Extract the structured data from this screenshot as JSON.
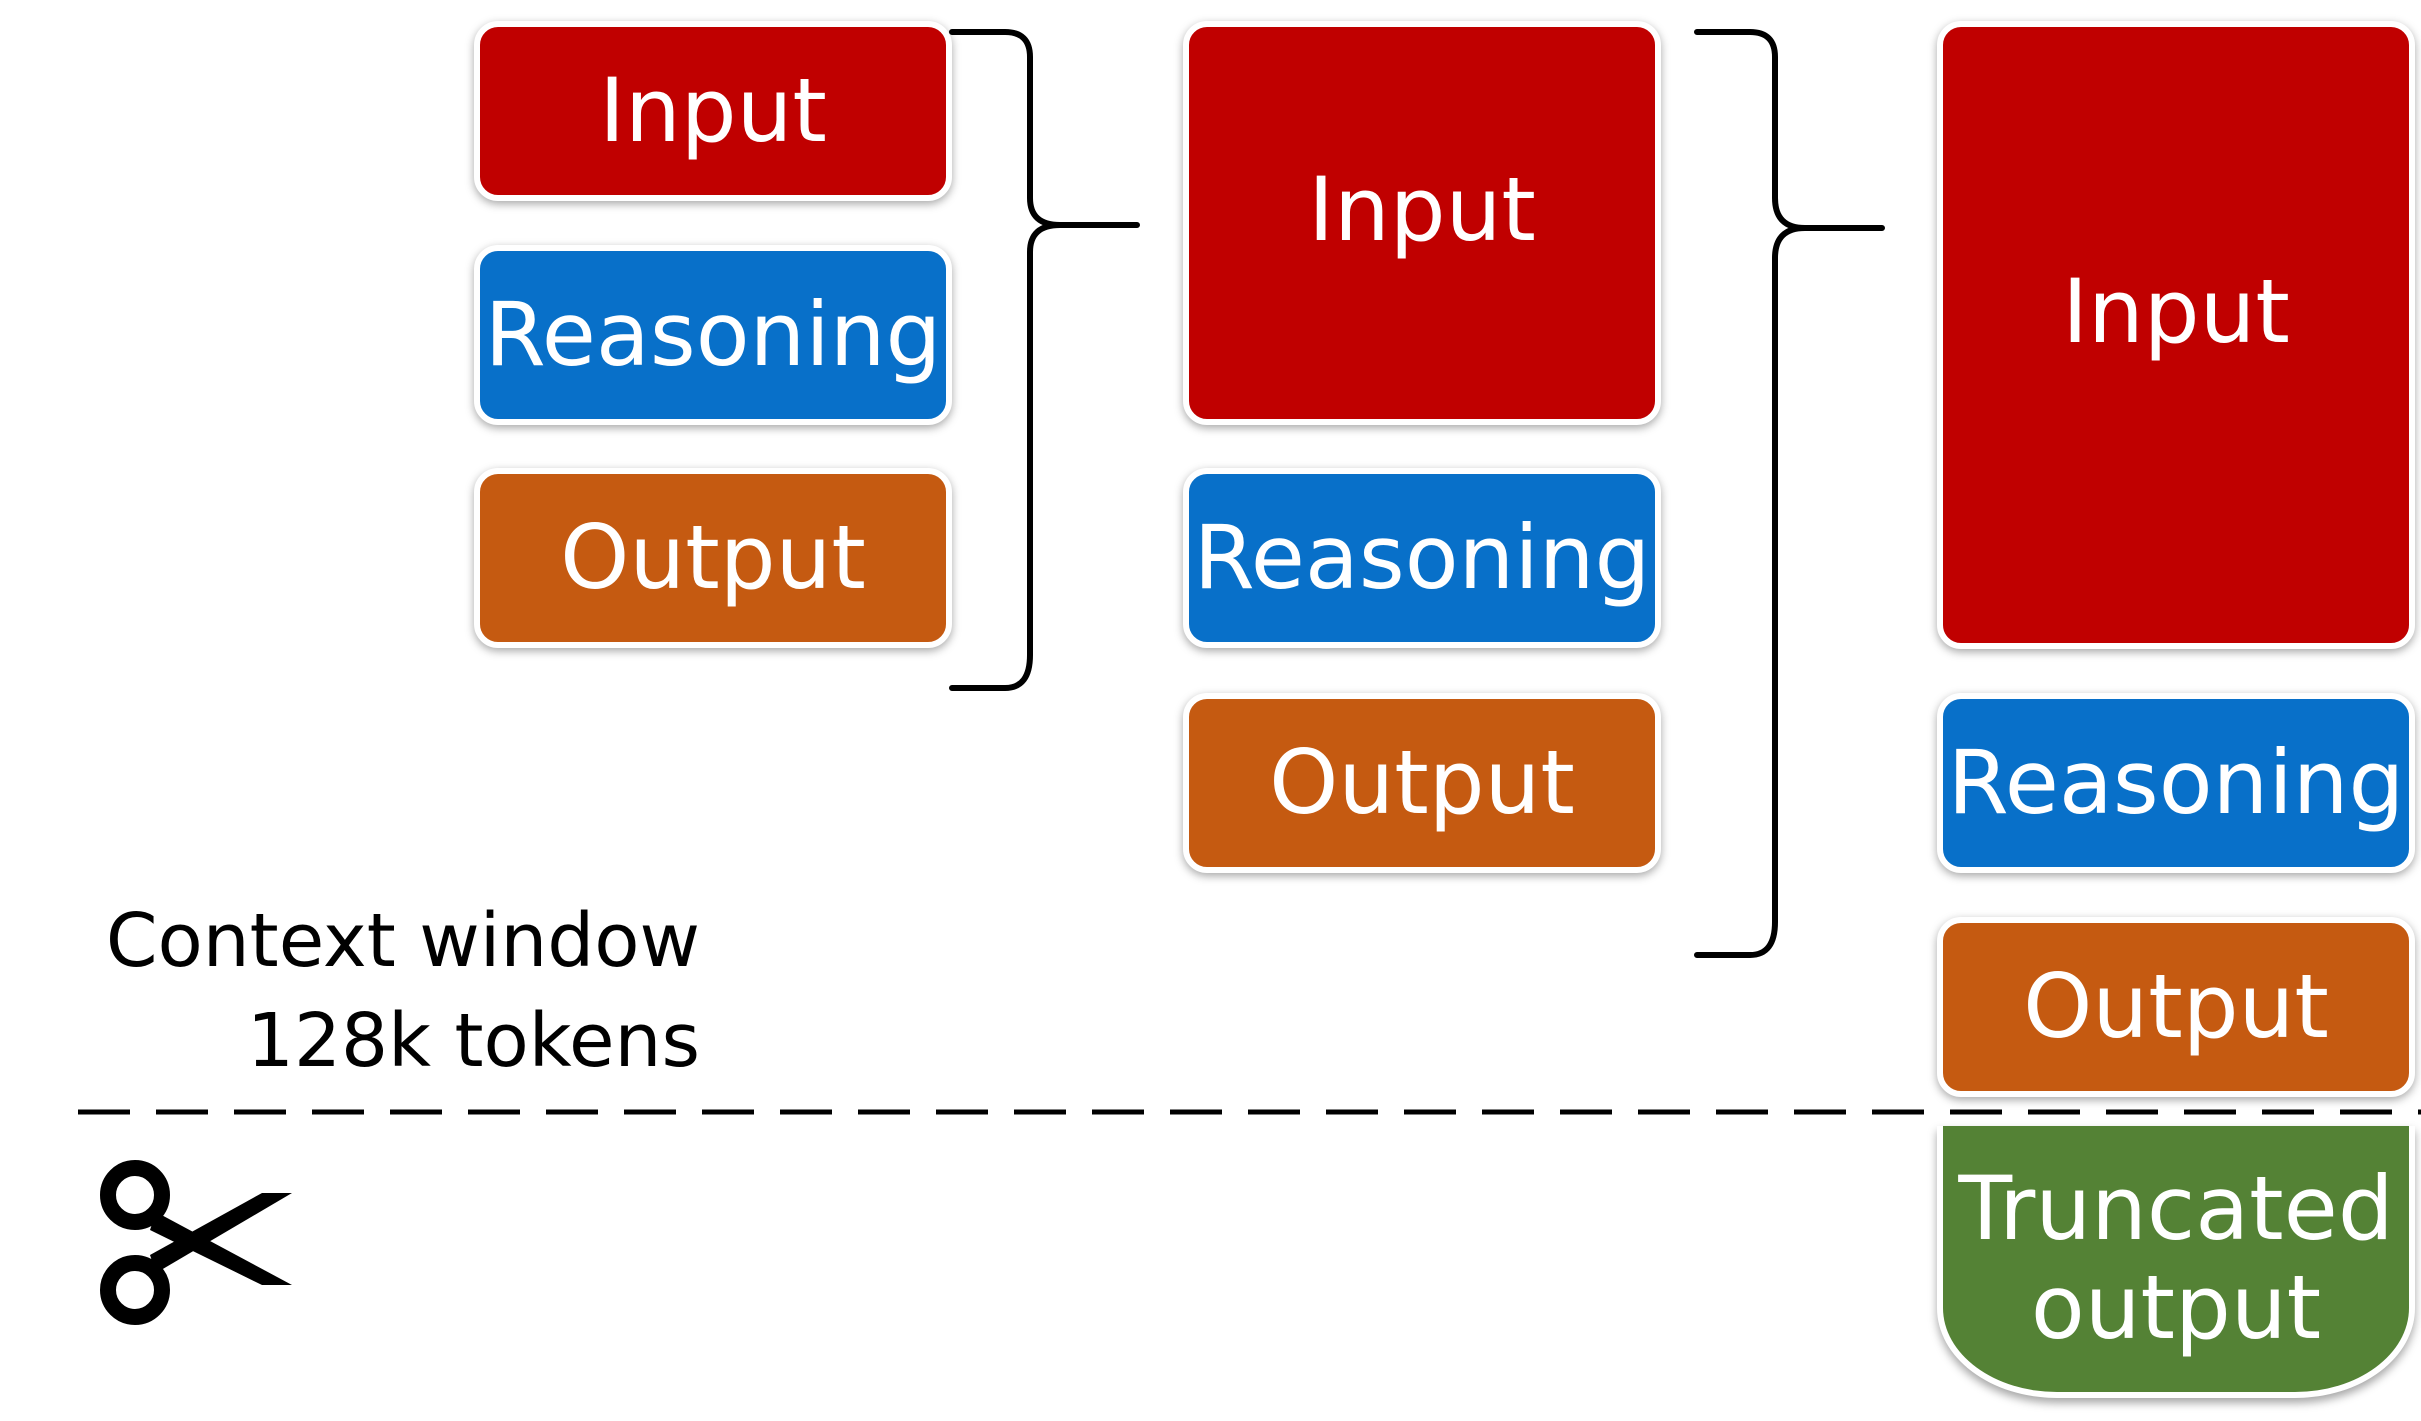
{
  "labels": {
    "input": "Input",
    "reasoning": "Reasoning",
    "output": "Output",
    "truncated_line1": "Truncated",
    "truncated_line2": "output"
  },
  "context_window": {
    "line1": "Context window",
    "line2": "128k tokens"
  },
  "colors": {
    "input": "#c00000",
    "reasoning": "#0870c9",
    "output": "#c55a11",
    "truncated": "#548235"
  },
  "icons": [
    "bracket-icon",
    "scissors-icon"
  ]
}
